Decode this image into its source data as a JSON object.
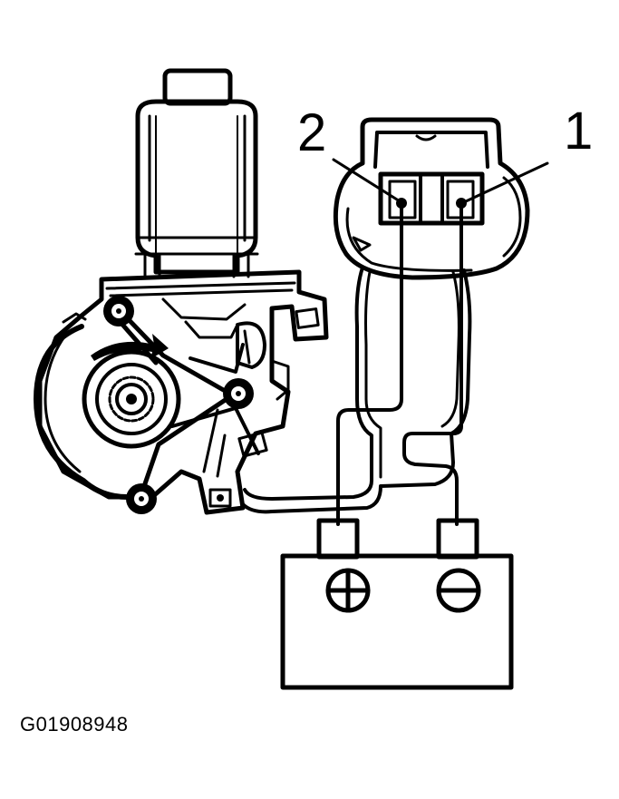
{
  "diagram": {
    "terminal_labels": {
      "left": "2",
      "right": "1"
    },
    "battery": {
      "positive_symbol": "plus-symbol",
      "negative_symbol": "minus-symbol"
    },
    "figure_code": "G01908948"
  }
}
